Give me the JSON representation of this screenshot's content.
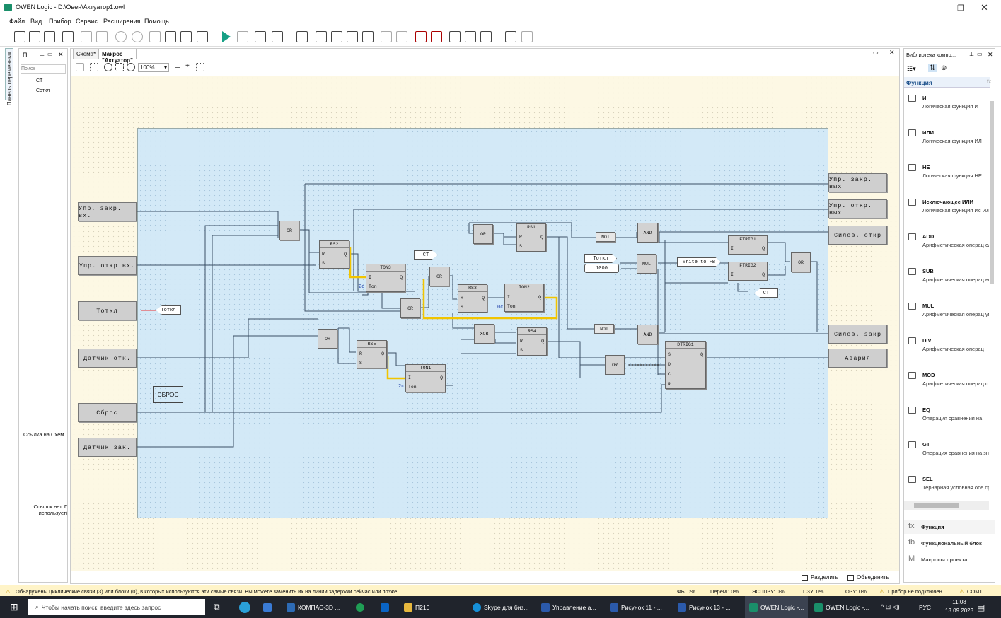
{
  "window": {
    "title": "OWEN Logic - D:\\Овен\\Актуатор1.owl"
  },
  "menu": [
    "Файл",
    "Вид",
    "Прибор",
    "Сервис",
    "Расширения",
    "Помощь"
  ],
  "left_panel": {
    "tab_label": "Панель переменных",
    "header": "П...",
    "search_placeholder": "Поиск",
    "items": [
      "CT",
      "Соткл"
    ],
    "link_header": "Ссылка на Схем",
    "no_links": "Ссылок нет. Г используеті"
  },
  "tabs": [
    "Схема*",
    "Макрос \"Актуатор\""
  ],
  "canvas": {
    "zoom": "100%"
  },
  "ports_in": [
    "Упр. закр. вх.",
    "Упр. откр вх.",
    "Тоткл",
    "Датчик отк.",
    "Сброс",
    "Датчик зак."
  ],
  "ports_out": [
    "Упр. закр. вых",
    "Упр. откр. вых",
    "Силов. откр",
    "Силов. закр",
    "Авария"
  ],
  "blocks": {
    "or": "OR",
    "rs2": "RS2",
    "rs1": "RS1",
    "rs3": "RS3",
    "rs4": "RS4",
    "rs5": "RS5",
    "ton1": "TON1",
    "ton2": "TON2",
    "ton3": "TON3",
    "not": "NOT",
    "and": "AND",
    "mul": "MUL",
    "xor": "XOR",
    "ftrig1": "FTRIG1",
    "ftrig2": "FTRIG2",
    "dtrig1": "DTRIG1"
  },
  "pins": {
    "r": "R",
    "s": "S",
    "q": "Q",
    "i": "I",
    "ton": "Ton",
    "d": "D",
    "c": "C"
  },
  "tags": {
    "ct": "CT",
    "totkl": "Тоткл",
    "write_fb": "Write to FB",
    "const": "1000",
    "delay": "2c",
    "delay0": "0c"
  },
  "sbros_label": "СБРОС",
  "footer_btns": {
    "split": "Разделить",
    "merge": "Объединить"
  },
  "right_panel": {
    "title": "Библиотека компо...",
    "section": "Функция",
    "items": [
      {
        "name": "И",
        "desc": "Логическая функция И"
      },
      {
        "name": "ИЛИ",
        "desc": "Логическая функция ИЛ"
      },
      {
        "name": "НЕ",
        "desc": "Логическая функция НЕ"
      },
      {
        "name": "Исключающее ИЛИ",
        "desc": "Логическая функция Ис ИЛИ"
      },
      {
        "name": "ADD",
        "desc": "Арифметическая операц сложения"
      },
      {
        "name": "SUB",
        "desc": "Арифметическая операц вычитания"
      },
      {
        "name": "MUL",
        "desc": "Арифметическая операц умножения"
      },
      {
        "name": "DIV",
        "desc": "Арифметическая операц"
      },
      {
        "name": "MOD",
        "desc": "Арифметическая операц с остатком"
      },
      {
        "name": "EQ",
        "desc": "Операция сравнения на"
      },
      {
        "name": "GT",
        "desc": "Операция сравнения на значение"
      },
      {
        "name": "SEL",
        "desc": "Тернарная условная опе сравнения"
      }
    ],
    "bottom": [
      "Функция",
      "Функциональный блок",
      "Макросы проекта"
    ]
  },
  "status": {
    "warning": "Обнаружены циклические связи (3) или блоки (0), в которых используются эти самые связи. Вы можете заменить их на линии задержки сейчас или позже.",
    "fb": "ФБ: 0%",
    "vars": "Перем.: 0%",
    "eeprom": "ЭСППЗУ: 0%",
    "ram1": "ПЗУ: 0%",
    "ram2": "ОЗУ: 0%",
    "device": "Прибор не подключен",
    "com": "COM1"
  },
  "taskbar": {
    "search": "Чтобы начать поиск, введите здесь запрос",
    "apps": [
      "КОМПАС-3D ...",
      "П210",
      "Skype для биз...",
      "Управление а...",
      "Рисунок 11 - ...",
      "Рисунок 13 - ...",
      "OWEN Logic -...",
      "OWEN Logic -..."
    ],
    "lang": "РУС",
    "time": "11:08",
    "date": "13.09.2023"
  }
}
